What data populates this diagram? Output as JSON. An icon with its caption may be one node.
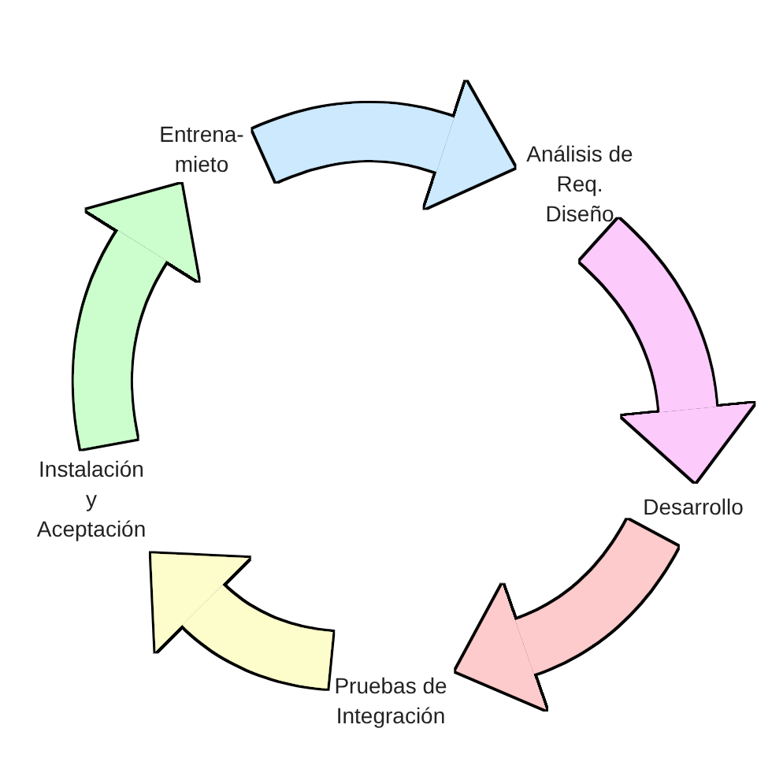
{
  "diagram": {
    "nodes": [
      {
        "text": [
          "Entrena- mieto"
        ]
      },
      {
        "text": [
          "Análisis de Req. Diseño"
        ]
      },
      {
        "text": [
          "Desarrollo"
        ]
      },
      {
        "text": [
          "Pruebas de Integración"
        ]
      },
      {
        "text": [
          "Instalación y Aceptación"
        ]
      }
    ],
    "edges": [
      {
        "from": 0,
        "to": 1,
        "arrow": "to",
        "color": "#cce9fd"
      },
      {
        "from": 1,
        "to": 2,
        "arrow": "to",
        "color": "#fccbfc"
      },
      {
        "from": 2,
        "to": 3,
        "arrow": "to",
        "color": "#fdcbcb"
      },
      {
        "from": 3,
        "to": 4,
        "arrow": "to",
        "color": "#fdfdcb"
      },
      {
        "from": 4,
        "to": 0,
        "arrow": "to",
        "color": "#ccfdcc"
      }
    ]
  }
}
